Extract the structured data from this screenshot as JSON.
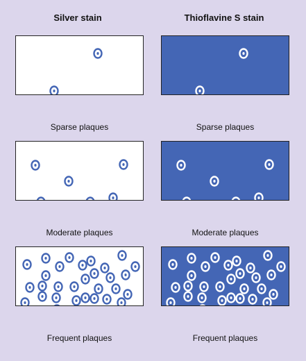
{
  "columns": {
    "left_title": "Silver stain",
    "right_title": "Thioflavine S stain"
  },
  "rows": [
    {
      "caption": "Sparse plaques",
      "density": "sparse"
    },
    {
      "caption": "Moderate plaques",
      "density": "moderate"
    },
    {
      "caption": "Frequent plaques",
      "density": "frequent"
    }
  ],
  "colors": {
    "background": "#dcd6ec",
    "silver_panel": "#ffffff",
    "silver_plaque": "#4466b5",
    "thio_panel": "#4466b5",
    "thio_plaque": "#ffffff"
  }
}
